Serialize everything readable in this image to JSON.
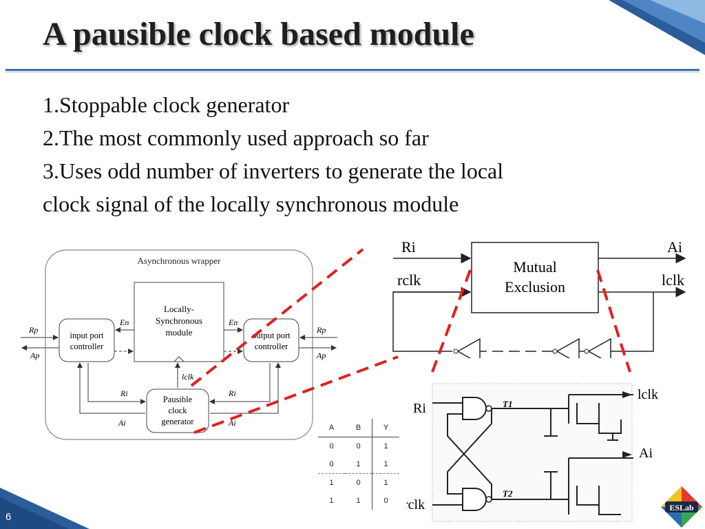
{
  "slide": {
    "title": "A pausible clock based module",
    "bullets": [
      "1.Stoppable clock generator",
      "2.The most commonly used approach so far",
      "3.Uses odd number of inverters to generate the local",
      "clock signal of the locally synchronous module"
    ],
    "page_number": "6",
    "logo_text": "ESLab"
  },
  "wrapper_diagram": {
    "title": "Asynchronous wrapper",
    "core_line1": "Locally-",
    "core_line2": "Synchronous",
    "core_line3": "module",
    "input_line1": "input port",
    "input_line2": "controller",
    "output_line1": "output port",
    "output_line2": "controller",
    "clock_line1": "Pausible",
    "clock_line2": "clock",
    "clock_line3": "generator",
    "en_left": "En",
    "en_right": "En",
    "rp_left": "Rp",
    "ap_left": "Ap",
    "rp_right": "Rp",
    "ap_right": "Ap",
    "ri_left": "Ri",
    "ai_left": "Ai",
    "ri_right": "Ri",
    "ai_right": "Ai",
    "lclk": "lclk"
  },
  "mutex_diagram": {
    "box_line1": "Mutual",
    "box_line2": "Exclusion",
    "ri": "Ri",
    "rclk": "rclk",
    "ai": "Ai",
    "lclk": "lclk"
  },
  "gate_diagram": {
    "ri": "Ri",
    "rclk": "rclk",
    "lclk": "lclk",
    "ai": "Ai",
    "t1": "T1",
    "t2": "T2"
  },
  "truth_table": {
    "headers": [
      "A",
      "B",
      "Y"
    ],
    "rows": [
      [
        "0",
        "0",
        "1"
      ],
      [
        "0",
        "1",
        "1"
      ],
      [
        "1",
        "0",
        "1"
      ],
      [
        "1",
        "1",
        "0"
      ]
    ]
  },
  "colors": {
    "accent_blue": "#3f6fa5",
    "dashed_red": "#e02020"
  }
}
